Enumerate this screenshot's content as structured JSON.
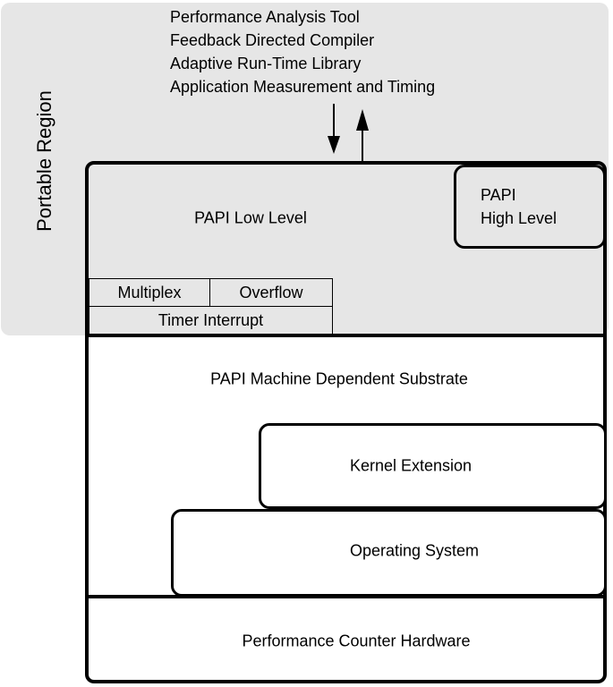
{
  "portable_region_label": "Portable Region",
  "applications": [
    "Performance Analysis Tool",
    "Feedback Directed Compiler",
    "Adaptive Run-Time Library",
    "Application Measurement and Timing"
  ],
  "papi_low_level": "PAPI Low Level",
  "papi_high_level": {
    "line1": "PAPI",
    "line2": "High Level"
  },
  "multiplex": "Multiplex",
  "overflow": "Overflow",
  "timer_interrupt": "Timer Interrupt",
  "substrate": "PAPI Machine Dependent Substrate",
  "kernel_extension": "Kernel Extension",
  "operating_system": "Operating System",
  "hardware": "Performance Counter Hardware"
}
